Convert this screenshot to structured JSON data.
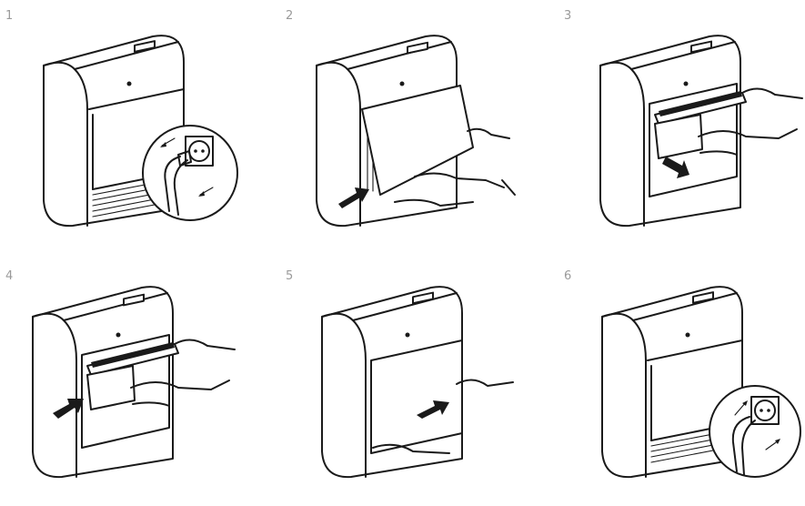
{
  "steps": [
    {
      "number": "1",
      "illustration": "unplug-power"
    },
    {
      "number": "2",
      "illustration": "open-front-panel"
    },
    {
      "number": "3",
      "illustration": "remove-filter"
    },
    {
      "number": "4",
      "illustration": "insert-filter"
    },
    {
      "number": "5",
      "illustration": "close-front-panel"
    },
    {
      "number": "6",
      "illustration": "plug-in-power"
    }
  ],
  "colors": {
    "line": "#1a1a1a",
    "number": "#9a9a9a",
    "background": "#ffffff"
  }
}
